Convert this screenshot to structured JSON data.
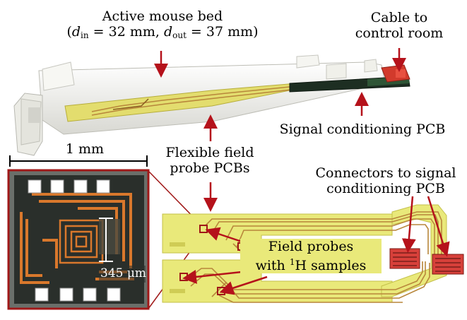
{
  "labels": {
    "mouse_bed_title": "Active mouse bed",
    "mouse_bed_d_in": "d",
    "mouse_bed_d_in_sub": "in",
    "mouse_bed_d_in_value": " = 32 mm, ",
    "mouse_bed_d_out": "d",
    "mouse_bed_d_out_sub": "out",
    "mouse_bed_d_out_value": " = 37 mm)",
    "cable_line1": "Cable to",
    "cable_line2": "control room",
    "signal_pcb": "Signal conditioning PCB",
    "flex_line1": "Flexible field",
    "flex_line2": "probe PCBs",
    "scale_bar": "1 mm",
    "connectors_line1": "Connectors to signal",
    "connectors_line2": "conditioning PCB",
    "probes_line1": "Field probes",
    "probes_line2_a": "with ",
    "probes_line2_sup": "1",
    "probes_line2_b": "H samples",
    "micro_dim": "345 μm"
  },
  "colors": {
    "arrow": "#b5121b",
    "inset_frame": "#a01818",
    "pcb_board": "#e9e97a",
    "copper_trace": "#b8863b",
    "mouse_bed": "#f2f2ee",
    "chip_copper": "#d9782c",
    "chip_dark": "#1f2a26"
  }
}
